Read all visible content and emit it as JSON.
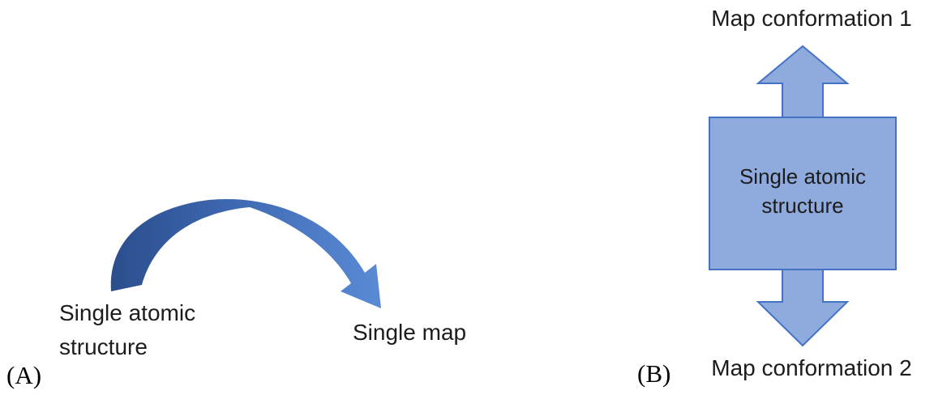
{
  "panel_a": {
    "label": "(A)",
    "source_label": "Single atomic\nstructure",
    "target_label": "Single map"
  },
  "panel_b": {
    "label": "(B)",
    "top_label": "Map conformation 1",
    "center_label": "Single atomic\nstructure",
    "bottom_label": "Map conformation 2"
  },
  "colors": {
    "shape_fill": "#8FAADC",
    "shape_stroke": "#4472C4",
    "arc_dark": "#2B4E8C",
    "arc_mid": "#3E68B2",
    "arc_light": "#5B8BD5"
  }
}
